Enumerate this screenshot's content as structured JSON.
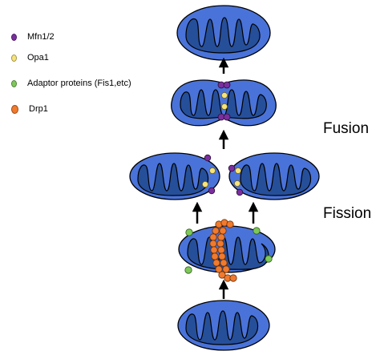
{
  "legend": {
    "items": [
      {
        "label": "Mfn1/2",
        "color": "#7a2f9e"
      },
      {
        "label": "Opa1",
        "color": "#f7e37a"
      },
      {
        "label": "Adaptor proteins (Fis1,etc)",
        "color": "#7ec85a"
      },
      {
        "label": "Drp1",
        "color": "#f07a2e"
      }
    ]
  },
  "labels": {
    "fusion": "Fusion",
    "fission": "Fission"
  },
  "colors": {
    "outer_membrane": "#4a73d9",
    "matrix": "#264f9a",
    "outline": "#000000",
    "arrow": "#000000"
  }
}
